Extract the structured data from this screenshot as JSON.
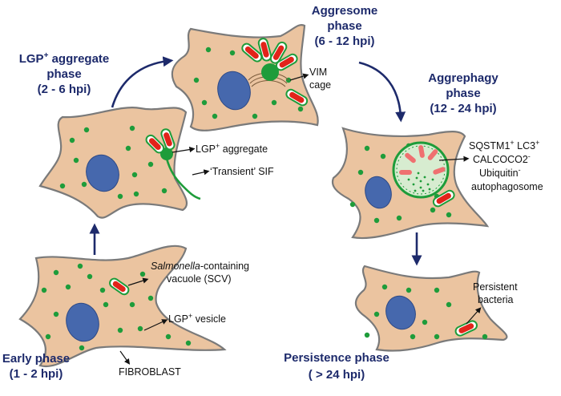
{
  "phases": {
    "early": {
      "name": "Early phase",
      "time": "(1 - 2 hpi)"
    },
    "lgp": {
      "line1": "LGP",
      "sup": "+",
      "line1b": " aggregate",
      "line2": "phase",
      "time": "(2 - 6 hpi)"
    },
    "aggresome": {
      "line1": "Aggresome",
      "line2": "phase",
      "time": "(6 - 12 hpi)"
    },
    "aggrephagy": {
      "line1": "Aggrephagy",
      "line2": "phase",
      "time": "(12 - 24 hpi)"
    },
    "persistence": {
      "name": "Persistence phase",
      "time": "( > 24 hpi)"
    }
  },
  "labels": {
    "scv_italic": "Salmonella",
    "scv_rest": "-containing",
    "scv_line2": "vacuole (SCV)",
    "lgp_vesicle": "LGP",
    "lgp_vesicle_sup": "+",
    "lgp_vesicle_rest": " vesicle",
    "fibroblast": "FIBROBLAST",
    "lgp_aggregate": "LGP",
    "lgp_aggregate_sup": "+",
    "lgp_aggregate_rest": " aggregate",
    "transient_sif": "‘Transient’ SIF",
    "vim_line1": "VIM",
    "vim_line2": "cage",
    "sqstm1": "SQSTM1",
    "sqstm1_sup": "+",
    "lc3": " LC3",
    "lc3_sup": "+",
    "calcoco2": "CALCOCO2",
    "calcoco2_sup": "-",
    "ubiquitin": "Ubiquitin",
    "ubiquitin_sup": "-",
    "autophagosome": "autophagosome",
    "persistent_line1": "Persistent",
    "persistent_line2": "bacteria"
  },
  "colors": {
    "cell_fill": "#ebc4a0",
    "nucleus": "#4668ad",
    "dot_green": "#1e9c3a",
    "bacteria_red": "#e2231a",
    "phase_text": "#1d2a6b"
  }
}
